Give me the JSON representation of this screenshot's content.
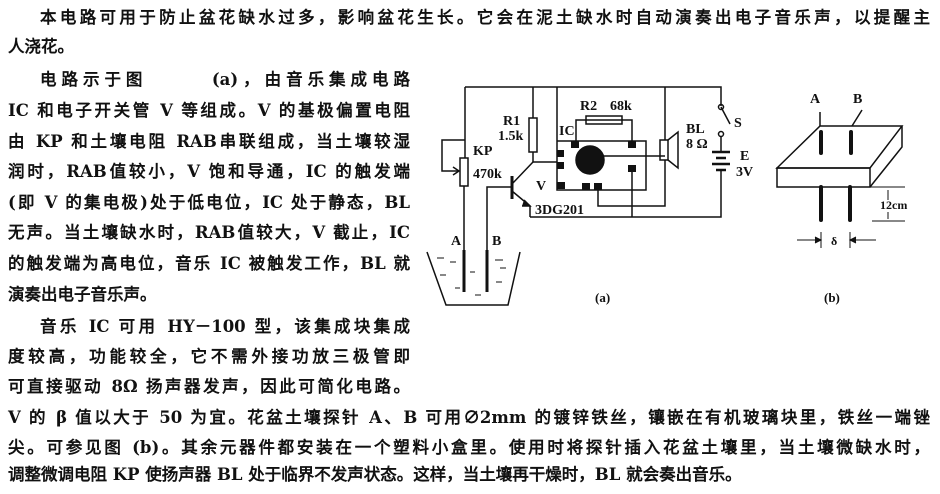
{
  "paragraphs": {
    "lines": [
      "本电路可用于防止盆花缺水过多，影响盆花生长。它会在泥土缺水时自动演奏出电子音乐声，以提醒主",
      "人浇花。",
      "电路示于图　　　(a)，由音乐集成电路",
      "IC 和电子开关管 V 等组成。V 的基极偏置电阻",
      "由 KP 和土壤电阻 RAB串联组成，当土壤较湿",
      "润时，RAB值较小，V 饱和导通，IC 的触发端",
      "(即 V 的集电极)处于低电位，IC 处于静态，BL",
      "无声。当土壤缺水时，RAB值较大，V 截止，IC",
      "的触发端为高电位，音乐 IC 被触发工作，BL 就",
      "演奏出电子音乐声。",
      "音乐 IC 可用 HY－100 型，该集成块集成",
      "度较高，功能较全，它不需外接功放三极管即",
      "可直接驱动 8Ω 扬声器发声，因此可简化电路。",
      "V 的 β 值以大于 50 为宜。花盆土壤探针 A、B 可用∅2mm 的镀锌铁丝，镶嵌在有机玻璃块里，铁丝一端锉",
      "尖。可参见图 (b)。其余元器件都安装在一个塑料小盒里。使用时将探针插入花盆土壤里，当土壤微缺水时，",
      "调整微调电阻 KP 使扬声器 BL 处于临界不发声状态。这样，当土壤再干燥时，BL 就会奏出音乐。"
    ]
  },
  "figure_a": {
    "r1": "R1",
    "r1_value": "1.5k",
    "r2": "R2",
    "r2_value": "68k",
    "ic": "IC",
    "kp": "KP",
    "kp_value": "470k",
    "transistor": "V",
    "transistor_model": "3DG201",
    "speaker": "BL",
    "speaker_value": "8 Ω",
    "switch": "S",
    "battery": "E",
    "battery_value": "3V",
    "probe_a": "A",
    "probe_b": "B",
    "caption": "(a)"
  },
  "figure_b": {
    "probe_a": "A",
    "probe_b": "B",
    "depth": "12cm",
    "spacing": "δ",
    "caption": "(b)"
  }
}
